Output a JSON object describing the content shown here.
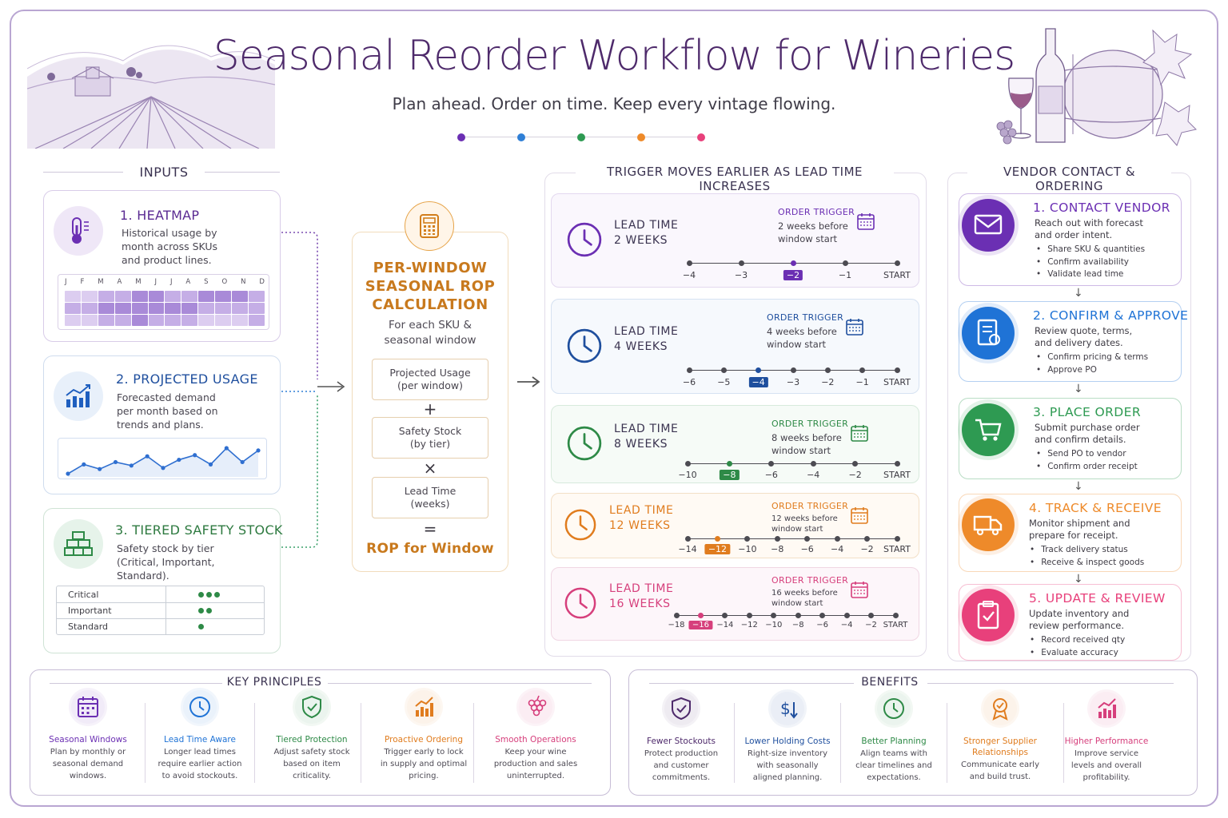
{
  "header": {
    "title": "Seasonal Reorder Workflow for Wineries",
    "subtitle": "Plan ahead. Order on time. Keep every vintage flowing.",
    "dot_colors": [
      "#6b2fb3",
      "#2f7fd6",
      "#2e9a52",
      "#ee8a2a",
      "#e8407b"
    ]
  },
  "inputs": {
    "heading": "INPUTS",
    "heatmap": {
      "title": "1. HEATMAP",
      "text": [
        "Historical usage by",
        "month across SKUs",
        "and product lines."
      ],
      "months": [
        "J",
        "F",
        "M",
        "A",
        "M",
        "J",
        "J",
        "A",
        "S",
        "O",
        "N",
        "D"
      ],
      "intensity": [
        [
          1,
          1,
          2,
          2,
          3,
          3,
          2,
          2,
          3,
          3,
          3,
          2
        ],
        [
          2,
          2,
          3,
          3,
          3,
          3,
          3,
          3,
          2,
          2,
          2,
          2
        ],
        [
          1,
          1,
          2,
          2,
          3,
          2,
          2,
          2,
          1,
          1,
          1,
          2
        ]
      ]
    },
    "projected": {
      "title": "2. PROJECTED USAGE",
      "text": [
        "Forecasted demand",
        "per month based on",
        "trends and plans."
      ],
      "sparkline": [
        10,
        18,
        14,
        20,
        17,
        25,
        15,
        22,
        26,
        18,
        32,
        20,
        30
      ]
    },
    "safety": {
      "title": "3. TIERED SAFETY STOCK",
      "text": [
        "Safety stock by tier",
        "(Critical, Important,",
        "Standard)."
      ],
      "tiers": [
        {
          "name": "Critical",
          "dots": 3
        },
        {
          "name": "Important",
          "dots": 2
        },
        {
          "name": "Standard",
          "dots": 1
        }
      ]
    }
  },
  "calc": {
    "title": [
      "PER-WINDOW",
      "SEASONAL ROP",
      "CALCULATION"
    ],
    "subtitle": [
      "For each SKU &",
      "seasonal window"
    ],
    "box1": [
      "Projected Usage",
      "(per window)"
    ],
    "op1": "+",
    "box2": [
      "Safety Stock",
      "(by tier)"
    ],
    "op2": "×",
    "box3": [
      "Lead Time",
      "(weeks)"
    ],
    "op3": "=",
    "result": "ROP for Window"
  },
  "trigger": {
    "heading": "TRIGGER MOVES EARLIER AS LEAD TIME INCREASES",
    "order_trigger_label": "ORDER TRIGGER",
    "rows": [
      {
        "lead_line1": "LEAD TIME",
        "lead_line2": "2 WEEKS",
        "trigger_text": [
          "2 weeks before",
          "window start"
        ],
        "ticks": [
          "−4",
          "−3",
          "−2",
          "−1",
          "START"
        ],
        "highlight": "−2",
        "color": "#6b2fb3"
      },
      {
        "lead_line1": "LEAD TIME",
        "lead_line2": "4 WEEKS",
        "trigger_text": [
          "4 weeks before",
          "window start"
        ],
        "ticks": [
          "−6",
          "−5",
          "−4",
          "−3",
          "−2",
          "−1",
          "START"
        ],
        "highlight": "−4",
        "color": "#1f4f9e"
      },
      {
        "lead_line1": "LEAD TIME",
        "lead_line2": "8 WEEKS",
        "trigger_text": [
          "8 weeks before",
          "window start"
        ],
        "ticks": [
          "−10",
          "−8",
          "−6",
          "−4",
          "−2",
          "START"
        ],
        "highlight": "−8",
        "color": "#2e8a47"
      },
      {
        "lead_line1": "LEAD TIME",
        "lead_line2": "12 WEEKS",
        "trigger_text": [
          "12 weeks before",
          "window start"
        ],
        "ticks": [
          "−14",
          "−12",
          "−10",
          "−8",
          "−6",
          "−4",
          "−2",
          "START"
        ],
        "highlight": "−12",
        "color": "#e07c1e"
      },
      {
        "lead_line1": "LEAD TIME",
        "lead_line2": "16 WEEKS",
        "trigger_text": [
          "16 weeks before",
          "window start"
        ],
        "ticks": [
          "−18",
          "−16",
          "−14",
          "−12",
          "−10",
          "−8",
          "−6",
          "−4",
          "−2",
          "START"
        ],
        "highlight": "−16",
        "color": "#d63f7c"
      }
    ]
  },
  "vendor": {
    "heading": "VENDOR CONTACT & ORDERING",
    "steps": [
      {
        "title": "1. CONTACT VENDOR",
        "text": [
          "Reach out with forecast",
          "and order intent."
        ],
        "bullets": [
          "Share SKU & quantities",
          "Confirm availability",
          "Validate lead time"
        ],
        "color": "#6b2fb3",
        "icon": "envelope-icon"
      },
      {
        "title": "2. CONFIRM & APPROVE",
        "text": [
          "Review quote, terms,",
          "and delivery dates."
        ],
        "bullets": [
          "Confirm pricing & terms",
          "Approve PO"
        ],
        "color": "#1f73d6",
        "icon": "document-check-icon"
      },
      {
        "title": "3. PLACE ORDER",
        "text": [
          "Submit purchase order",
          "and confirm details."
        ],
        "bullets": [
          "Send PO to vendor",
          "Confirm order receipt"
        ],
        "color": "#2e9a52",
        "icon": "cart-icon"
      },
      {
        "title": "4. TRACK & RECEIVE",
        "text": [
          "Monitor shipment and",
          "prepare for receipt."
        ],
        "bullets": [
          "Track delivery status",
          "Receive & inspect goods"
        ],
        "color": "#ee8a2a",
        "icon": "truck-icon"
      },
      {
        "title": "5. UPDATE & REVIEW",
        "text": [
          "Update inventory and",
          "review performance."
        ],
        "bullets": [
          "Record received qty",
          "Evaluate accuracy"
        ],
        "color": "#e8407b",
        "icon": "clipboard-check-icon"
      }
    ]
  },
  "principles": {
    "heading": "KEY PRINCIPLES",
    "items": [
      {
        "title": "Seasonal Windows",
        "text": [
          "Plan by monthly or",
          "seasonal demand",
          "windows."
        ],
        "color": "#6b2fb3",
        "icon": "calendar-icon"
      },
      {
        "title": "Lead Time Aware",
        "text": [
          "Longer lead times",
          "require earlier action",
          "to avoid stockouts."
        ],
        "color": "#1f73d6",
        "icon": "clock-icon"
      },
      {
        "title": "Tiered Protection",
        "text": [
          "Adjust safety stock",
          "based on item",
          "criticality."
        ],
        "color": "#2e8a47",
        "icon": "shield-check-icon"
      },
      {
        "title": "Proactive Ordering",
        "text": [
          "Trigger early to lock",
          "in supply and optimal",
          "pricing."
        ],
        "color": "#e07c1e",
        "icon": "chart-up-icon"
      },
      {
        "title": "Smooth Operations",
        "text": [
          "Keep your wine",
          "production and sales",
          "uninterrupted."
        ],
        "color": "#d63f7c",
        "icon": "grapes-icon"
      }
    ]
  },
  "benefits": {
    "heading": "BENEFITS",
    "items": [
      {
        "title": [
          "Fewer Stockouts"
        ],
        "text": [
          "Protect production",
          "and customer",
          "commitments."
        ],
        "color": "#4e2a6b",
        "icon": "shield-check-icon"
      },
      {
        "title": [
          "Lower Holding Costs"
        ],
        "text": [
          "Right-size inventory",
          "with seasonally",
          "aligned planning."
        ],
        "color": "#1f4f9e",
        "icon": "dollar-down-icon"
      },
      {
        "title": [
          "Better Planning"
        ],
        "text": [
          "Align teams with",
          "clear timelines and",
          "expectations."
        ],
        "color": "#2e8a47",
        "icon": "clock-icon"
      },
      {
        "title": [
          "Stronger Supplier",
          "Relationships"
        ],
        "text": [
          "Communicate early",
          "and build trust."
        ],
        "color": "#e07c1e",
        "icon": "award-icon"
      },
      {
        "title": [
          "Higher Performance"
        ],
        "text": [
          "Improve service",
          "levels and overall",
          "profitability."
        ],
        "color": "#d63f7c",
        "icon": "chart-up-icon"
      }
    ]
  }
}
